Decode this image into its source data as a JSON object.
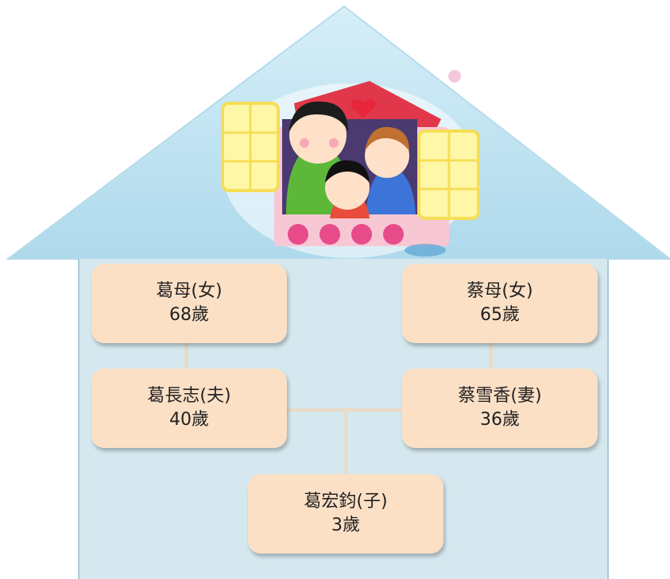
{
  "diagram": {
    "type": "family-tree",
    "nodes": [
      {
        "id": "ge-mother",
        "name": "葛母(女)",
        "age": "68歲"
      },
      {
        "id": "cai-mother",
        "name": "蔡母(女)",
        "age": "65歲"
      },
      {
        "id": "ge-husband",
        "name": "葛長志(夫)",
        "age": "40歲"
      },
      {
        "id": "cai-wife",
        "name": "蔡雪香(妻)",
        "age": "36歲"
      },
      {
        "id": "ge-son",
        "name": "葛宏鈞(子)",
        "age": "3歲"
      }
    ],
    "edges": [
      {
        "from": "ge-mother",
        "to": "ge-husband",
        "relation": "parent"
      },
      {
        "from": "cai-mother",
        "to": "cai-wife",
        "relation": "parent"
      },
      {
        "from": "ge-husband",
        "to": "cai-wife",
        "relation": "spouse"
      },
      {
        "from": "ge-husband",
        "to": "ge-son",
        "relation": "parent"
      }
    ]
  },
  "colors": {
    "roof": "#bfe3f1",
    "house_body": "#d5e8ef",
    "node_fill": "#fbe0c6",
    "connector": "#e9dccb"
  },
  "illustration": {
    "icon": "family-in-window-icon"
  }
}
